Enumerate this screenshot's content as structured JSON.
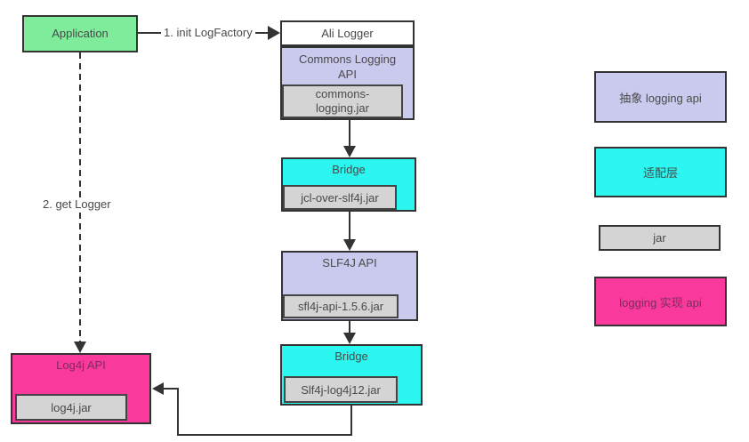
{
  "colors": {
    "green": "#7EEC9B",
    "lavender": "#CACAEF",
    "cyan": "#2BF6F0",
    "gray": "#D4D4D4",
    "pink": "#F93A9C",
    "border": "#333333"
  },
  "flow": {
    "application": {
      "label": "Application"
    },
    "init_arrow_label": "1. init LogFactory",
    "get_logger_arrow_label": "2. get Logger",
    "ali_logger": {
      "title": "Ali Logger",
      "api_label": "Commons Logging API",
      "jar_label": "commons-logging.jar"
    },
    "bridge1": {
      "title": "Bridge",
      "jar_label": "jcl-over-slf4j.jar"
    },
    "slf4j": {
      "title": "SLF4J API",
      "jar_label": "sfl4j-api-1.5.6.jar"
    },
    "bridge2": {
      "title": "Bridge",
      "jar_label": "Slf4j-log4j12.jar"
    },
    "log4j": {
      "title": "Log4j API",
      "jar_label": "log4j.jar"
    }
  },
  "legend": {
    "abstract_api": "抽象 logging api",
    "adapter_layer": "适配层",
    "jar": "jar",
    "impl_api": "logging 实现 api"
  }
}
